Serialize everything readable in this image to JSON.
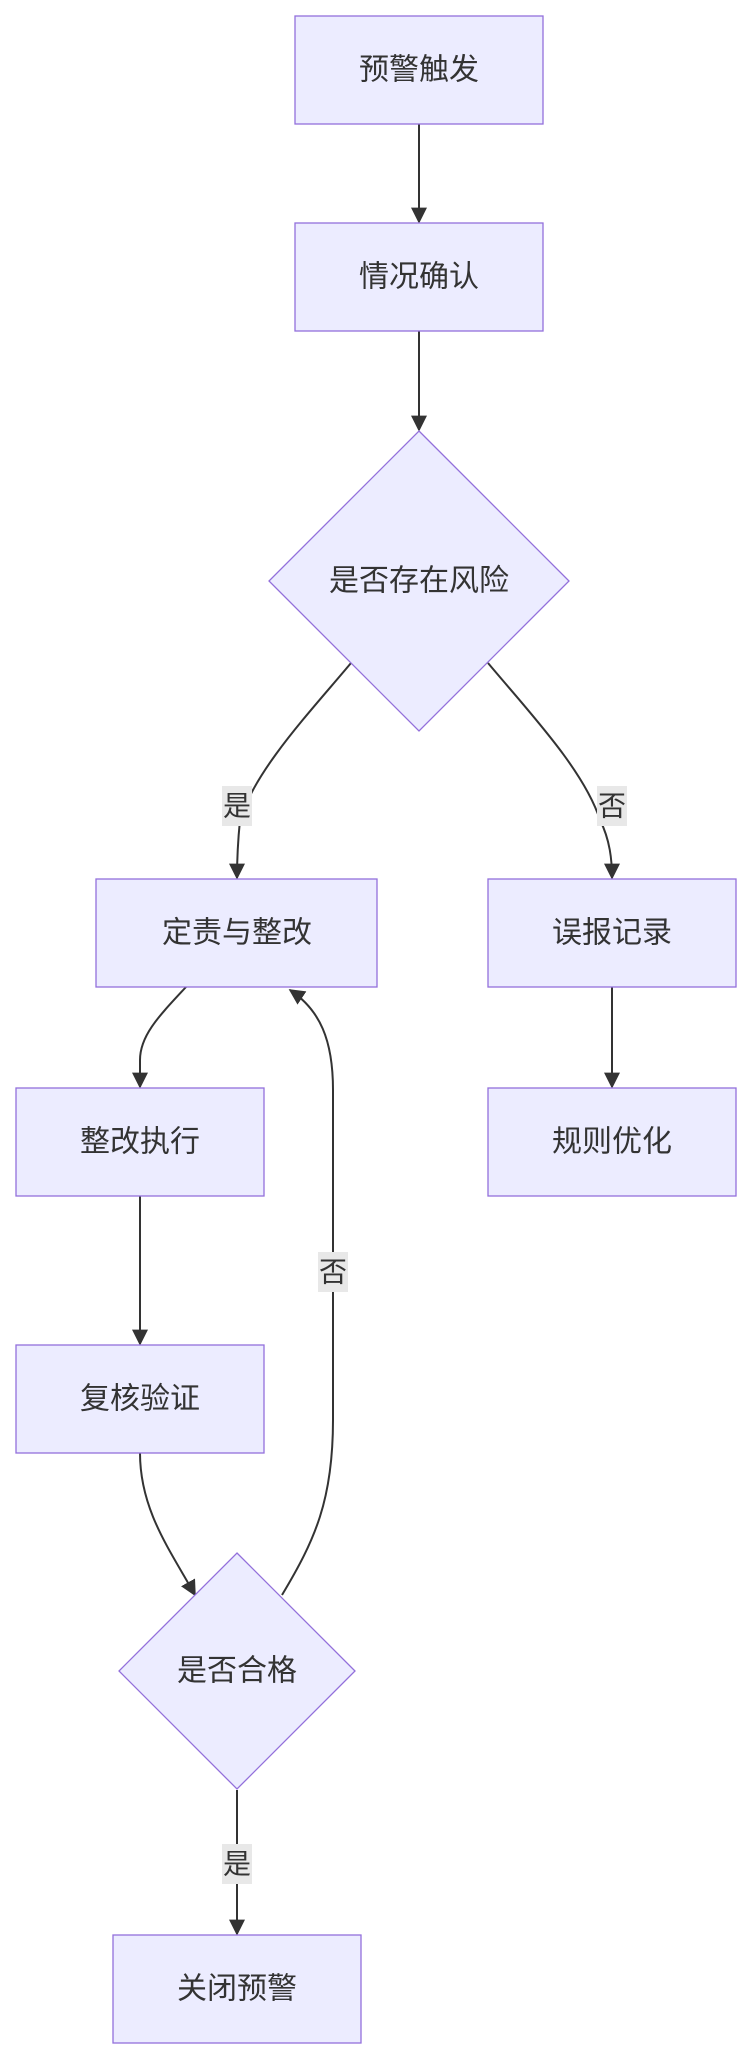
{
  "diagram": {
    "nodes": {
      "trigger": "预警触发",
      "confirm": "情况确认",
      "risk_check": "是否存在风险",
      "assign": "定责与整改",
      "false_alarm": "误报记录",
      "execute": "整改执行",
      "optimize": "规则优化",
      "review": "复核验证",
      "qualified_check": "是否合格",
      "close": "关闭预警"
    },
    "edge_labels": {
      "risk_yes": "是",
      "risk_no": "否",
      "qualified_no": "否",
      "qualified_yes": "是"
    },
    "colors": {
      "node_fill": "#ECECFF",
      "node_stroke": "#9370DB",
      "edge": "#333333",
      "label_bg": "#e8e8e8"
    }
  }
}
